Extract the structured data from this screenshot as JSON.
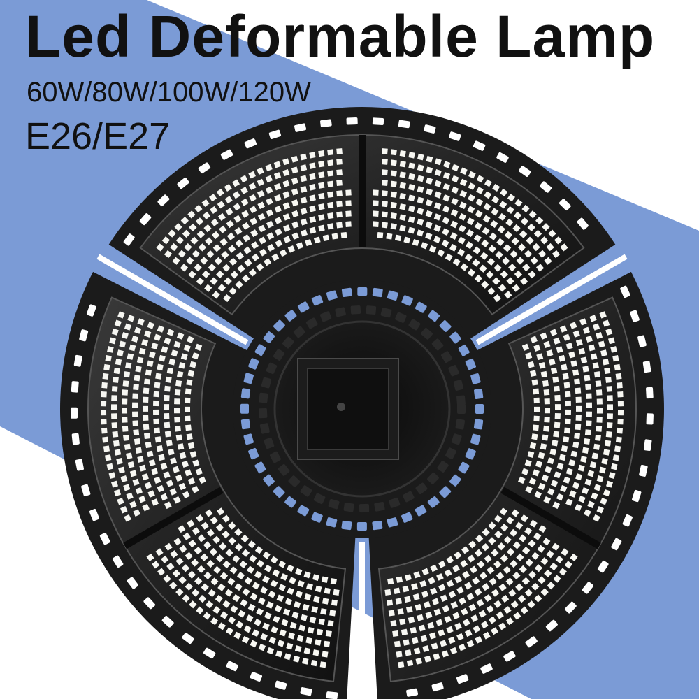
{
  "headline": "Led Deformable Lamp",
  "wattage": "60W/80W/100W/120W",
  "socket": "E26/E27",
  "colors": {
    "background_band": "#7b9bd6",
    "background_white": "#ffffff",
    "lamp_body": "#1b1b1b",
    "led_chip": "#f7f7f2",
    "text": "#111111"
  },
  "product": {
    "panel_count": 3,
    "center_icon": "square-socket-icon"
  }
}
